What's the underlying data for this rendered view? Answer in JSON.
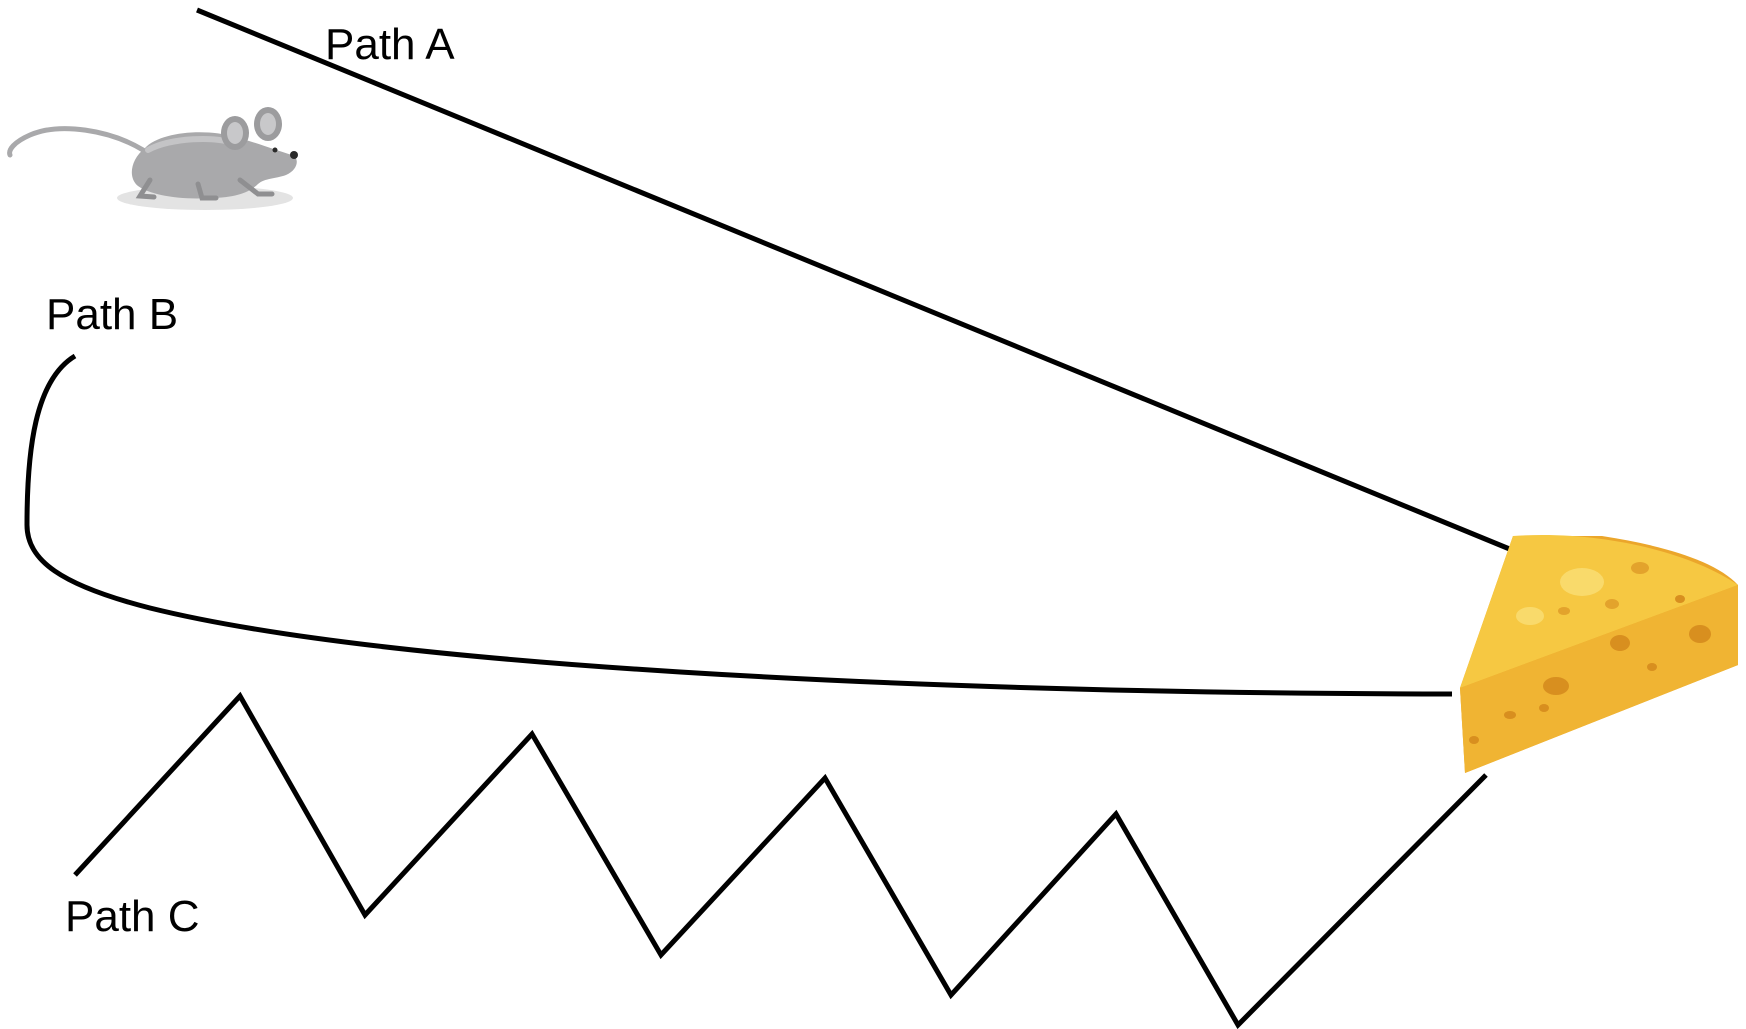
{
  "paths": [
    {
      "id": "a",
      "label": "Path A"
    },
    {
      "id": "b",
      "label": "Path B"
    },
    {
      "id": "c",
      "label": "Path C"
    }
  ],
  "start": {
    "icon": "mouse-icon"
  },
  "goal": {
    "icon": "cheese-icon"
  },
  "colors": {
    "line": "#000000",
    "mouse_body": "#a9a9ab",
    "cheese_top": "#f6c842",
    "cheese_side": "#eba62b"
  }
}
